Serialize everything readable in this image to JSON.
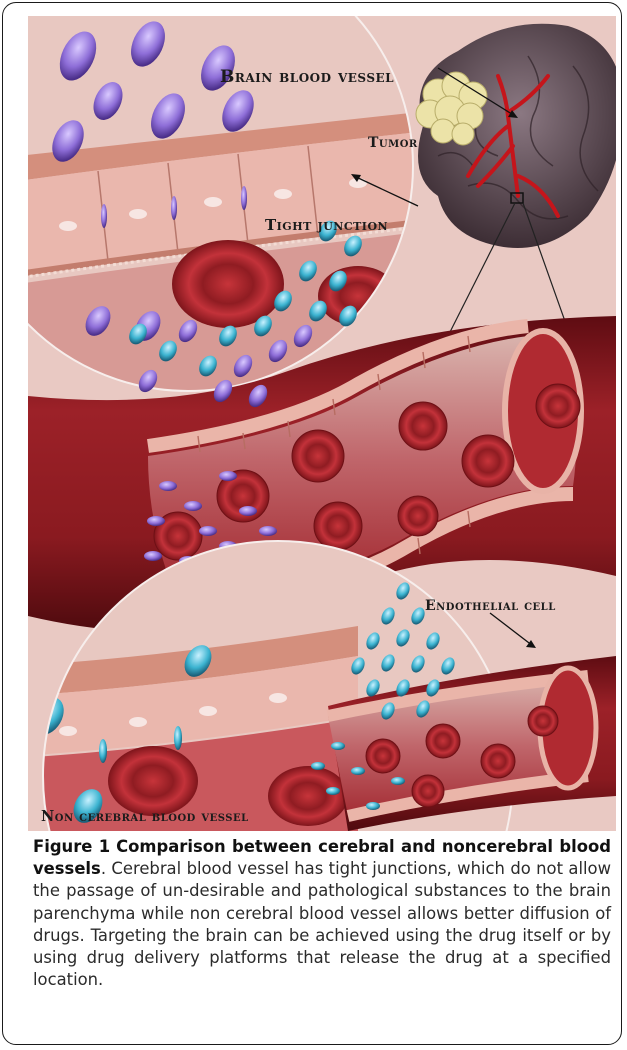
{
  "figure": {
    "labels": {
      "brain_vessel": "Brain blood vessel",
      "tumor": "Tumor",
      "tight_junction": "Tight junction",
      "endothelial_cell": "Endothelial cell",
      "non_cerebral_vessel": "Non cerebral blood vessel"
    },
    "caption": {
      "number": "Figure 1",
      "title": "Comparison between cerebral and noncerebral blood vessels",
      "body": ". Cerebral blood vessel has tight junctions, which do not allow the passage of un-desirable and pathological substances to the brain parenchyma while non cerebral blood vessel allows better diffusion of drugs. Targeting the brain can be achieved using the drug itself or by using drug delivery platforms that release the drug at a specified location."
    }
  },
  "colors": {
    "background": "#e9c9c3",
    "vessel": "#8c1a20",
    "blood_cell": "#b0262c",
    "endothelium": "#e7b1a9",
    "drug_purple": "#9a7be0",
    "drug_cyan": "#3fb7d2",
    "brain": "#5c4a52"
  }
}
